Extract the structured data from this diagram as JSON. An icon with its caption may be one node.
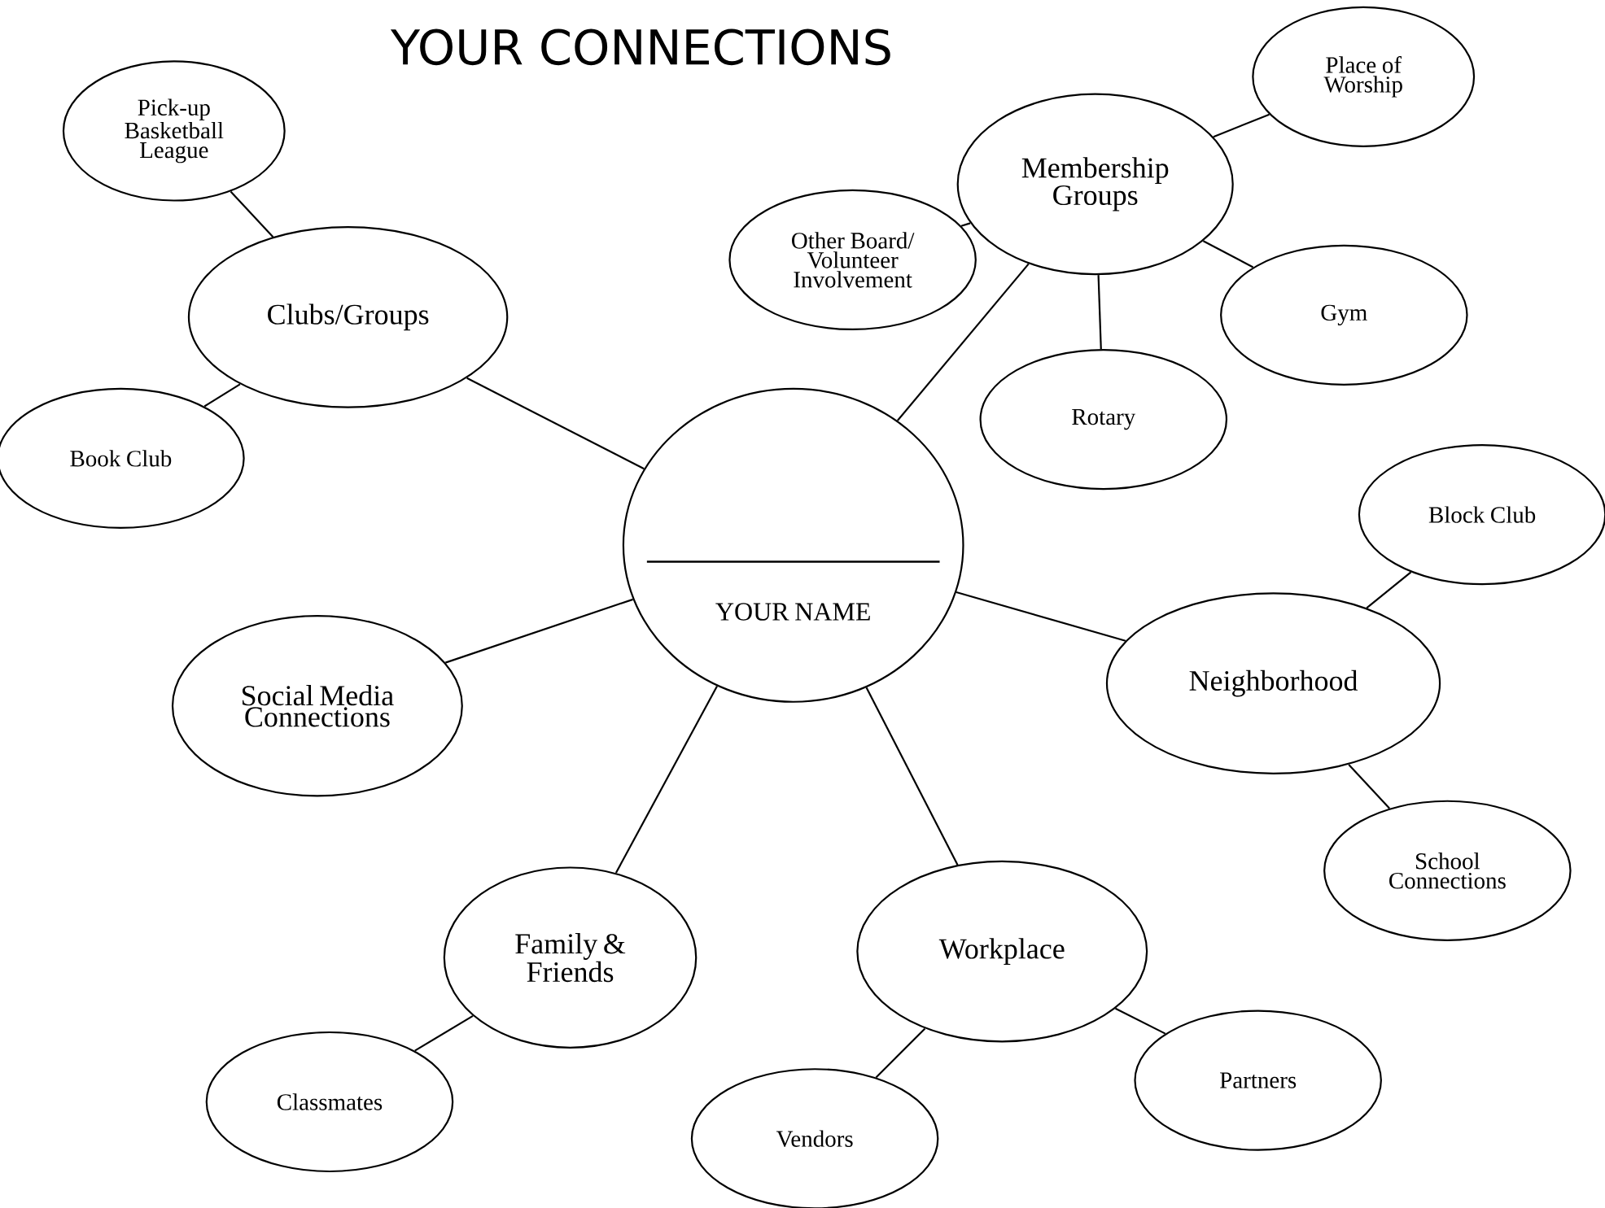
{
  "diagram": {
    "title": "YOUR CONNECTIONS",
    "nodes": [
      {
        "text": [
          "YOUR NAME"
        ]
      },
      {
        "text": [
          "Clubs/Groups"
        ]
      },
      {
        "text": [
          "Pick-up Basketball League"
        ]
      },
      {
        "text": [
          "Book Club"
        ]
      },
      {
        "text": [
          "Membership Groups"
        ]
      },
      {
        "text": [
          "Other Board/ Volunteer Involvement"
        ]
      },
      {
        "text": [
          "Place of Worship"
        ]
      },
      {
        "text": [
          "Gym"
        ]
      },
      {
        "text": [
          "Rotary"
        ]
      },
      {
        "text": [
          "Social Media Connections"
        ]
      },
      {
        "text": [
          "Neighborhood"
        ]
      },
      {
        "text": [
          "Block Club"
        ]
      },
      {
        "text": [
          "School Connections"
        ]
      },
      {
        "text": [
          "Family & Friends"
        ]
      },
      {
        "text": [
          "Classmates"
        ]
      },
      {
        "text": [
          "Workplace"
        ]
      },
      {
        "text": [
          "Vendors"
        ]
      },
      {
        "text": [
          "Partners"
        ]
      }
    ],
    "edges": [
      {
        "from": 0,
        "to": 1,
        "arrow": "none"
      },
      {
        "from": 1,
        "to": 2,
        "arrow": "none"
      },
      {
        "from": 1,
        "to": 3,
        "arrow": "none"
      },
      {
        "from": 0,
        "to": 4,
        "arrow": "none"
      },
      {
        "from": 4,
        "to": 5,
        "arrow": "none"
      },
      {
        "from": 4,
        "to": 6,
        "arrow": "none"
      },
      {
        "from": 4,
        "to": 7,
        "arrow": "none"
      },
      {
        "from": 4,
        "to": 8,
        "arrow": "none"
      },
      {
        "from": 0,
        "to": 9,
        "arrow": "none"
      },
      {
        "from": 0,
        "to": 10,
        "arrow": "none"
      },
      {
        "from": 10,
        "to": 11,
        "arrow": "none"
      },
      {
        "from": 10,
        "to": 12,
        "arrow": "none"
      },
      {
        "from": 0,
        "to": 13,
        "arrow": "none"
      },
      {
        "from": 13,
        "to": 14,
        "arrow": "none"
      },
      {
        "from": 0,
        "to": 15,
        "arrow": "none"
      },
      {
        "from": 15,
        "to": 16,
        "arrow": "none"
      },
      {
        "from": 15,
        "to": 17,
        "arrow": "none"
      }
    ]
  }
}
